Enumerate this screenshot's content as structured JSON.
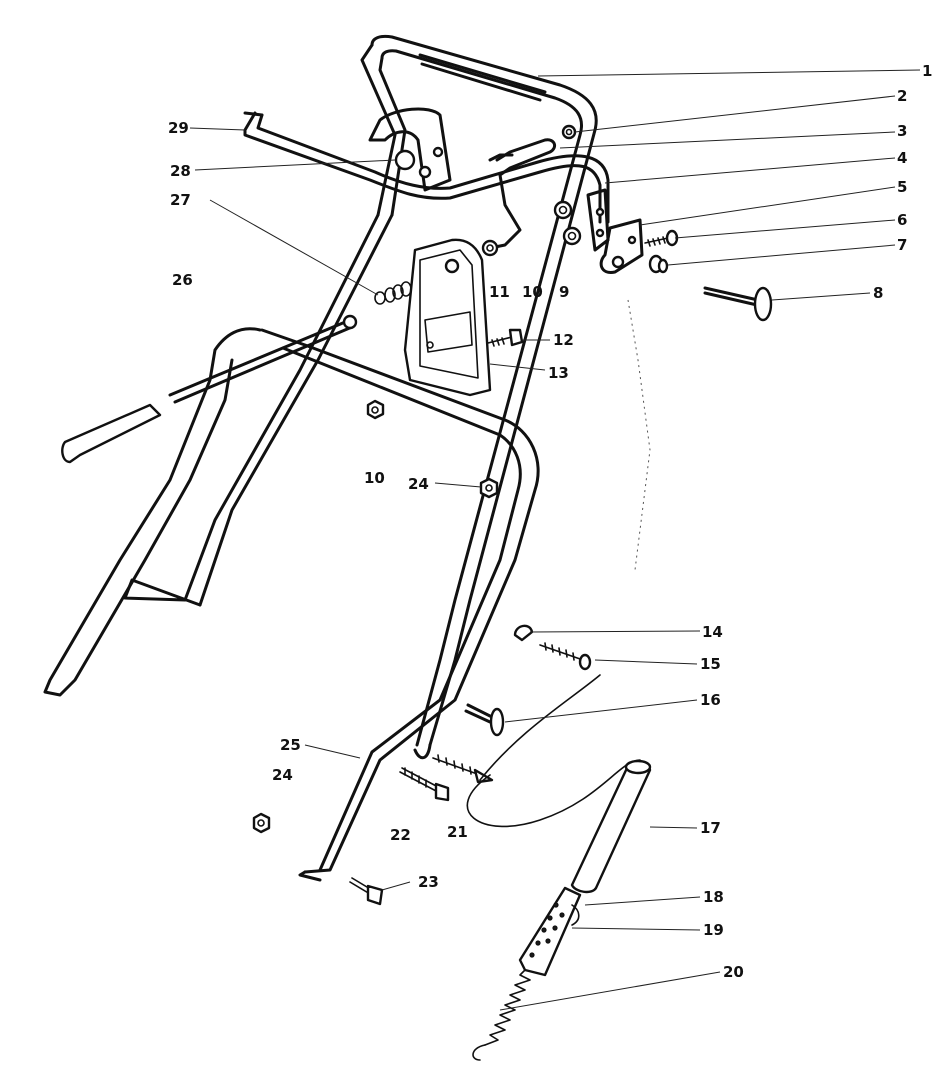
{
  "callouts": [
    {
      "id": "1",
      "text": "1"
    },
    {
      "id": "2",
      "text": "2"
    },
    {
      "id": "3",
      "text": "3"
    },
    {
      "id": "4",
      "text": "4"
    },
    {
      "id": "5",
      "text": "5"
    },
    {
      "id": "6",
      "text": "6"
    },
    {
      "id": "7",
      "text": "7"
    },
    {
      "id": "8",
      "text": "8"
    },
    {
      "id": "9",
      "text": "9"
    },
    {
      "id": "10a",
      "text": "10"
    },
    {
      "id": "10b",
      "text": "10"
    },
    {
      "id": "11",
      "text": "11"
    },
    {
      "id": "12",
      "text": "12"
    },
    {
      "id": "13",
      "text": "13"
    },
    {
      "id": "14",
      "text": "14"
    },
    {
      "id": "15",
      "text": "15"
    },
    {
      "id": "16",
      "text": "16"
    },
    {
      "id": "17",
      "text": "17"
    },
    {
      "id": "18",
      "text": "18"
    },
    {
      "id": "19",
      "text": "19"
    },
    {
      "id": "20",
      "text": "20"
    },
    {
      "id": "21",
      "text": "21"
    },
    {
      "id": "22",
      "text": "22"
    },
    {
      "id": "23",
      "text": "23"
    },
    {
      "id": "24a",
      "text": "24"
    },
    {
      "id": "24b",
      "text": "24"
    },
    {
      "id": "25",
      "text": "25"
    },
    {
      "id": "26",
      "text": "26"
    },
    {
      "id": "27",
      "text": "27"
    },
    {
      "id": "28",
      "text": "28"
    },
    {
      "id": "29",
      "text": "29"
    }
  ]
}
